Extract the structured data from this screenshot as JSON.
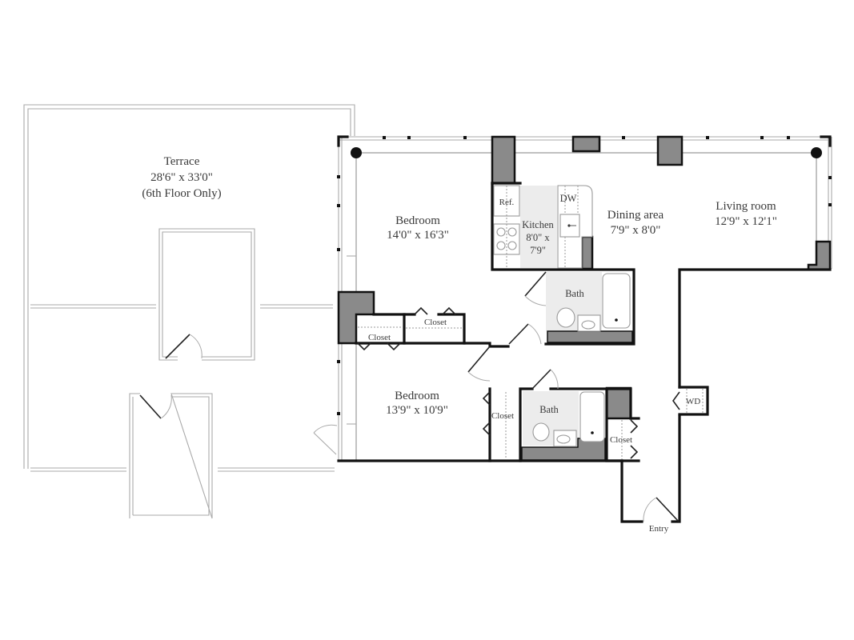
{
  "plan": {
    "rooms": [
      {
        "id": "terrace",
        "name": "Terrace",
        "dimensions": "28'6\" x 33'0\"",
        "note": "(6th Floor Only)"
      },
      {
        "id": "bedroom_1",
        "name": "Bedroom",
        "dimensions": "14'0\" x 16'3\""
      },
      {
        "id": "kitchen",
        "name": "Kitchen",
        "dimensions_line1": "8'0\" x",
        "dimensions_line2": "7'9\""
      },
      {
        "id": "dining",
        "name": "Dining area",
        "dimensions": "7'9\" x 8'0\""
      },
      {
        "id": "living",
        "name": "Living room",
        "dimensions": "12'9\" x 12'1\""
      },
      {
        "id": "bath_1",
        "name": "Bath"
      },
      {
        "id": "bedroom_2",
        "name": "Bedroom",
        "dimensions": "13'9\" x 10'9\""
      },
      {
        "id": "bath_2",
        "name": "Bath"
      }
    ],
    "fixtures": {
      "refrigerator": "Ref.",
      "dishwasher": "DW",
      "washer_dryer": "WD"
    },
    "closets": [
      "Closet",
      "Closet",
      "Closet",
      "Closet"
    ],
    "entry": "Entry"
  }
}
